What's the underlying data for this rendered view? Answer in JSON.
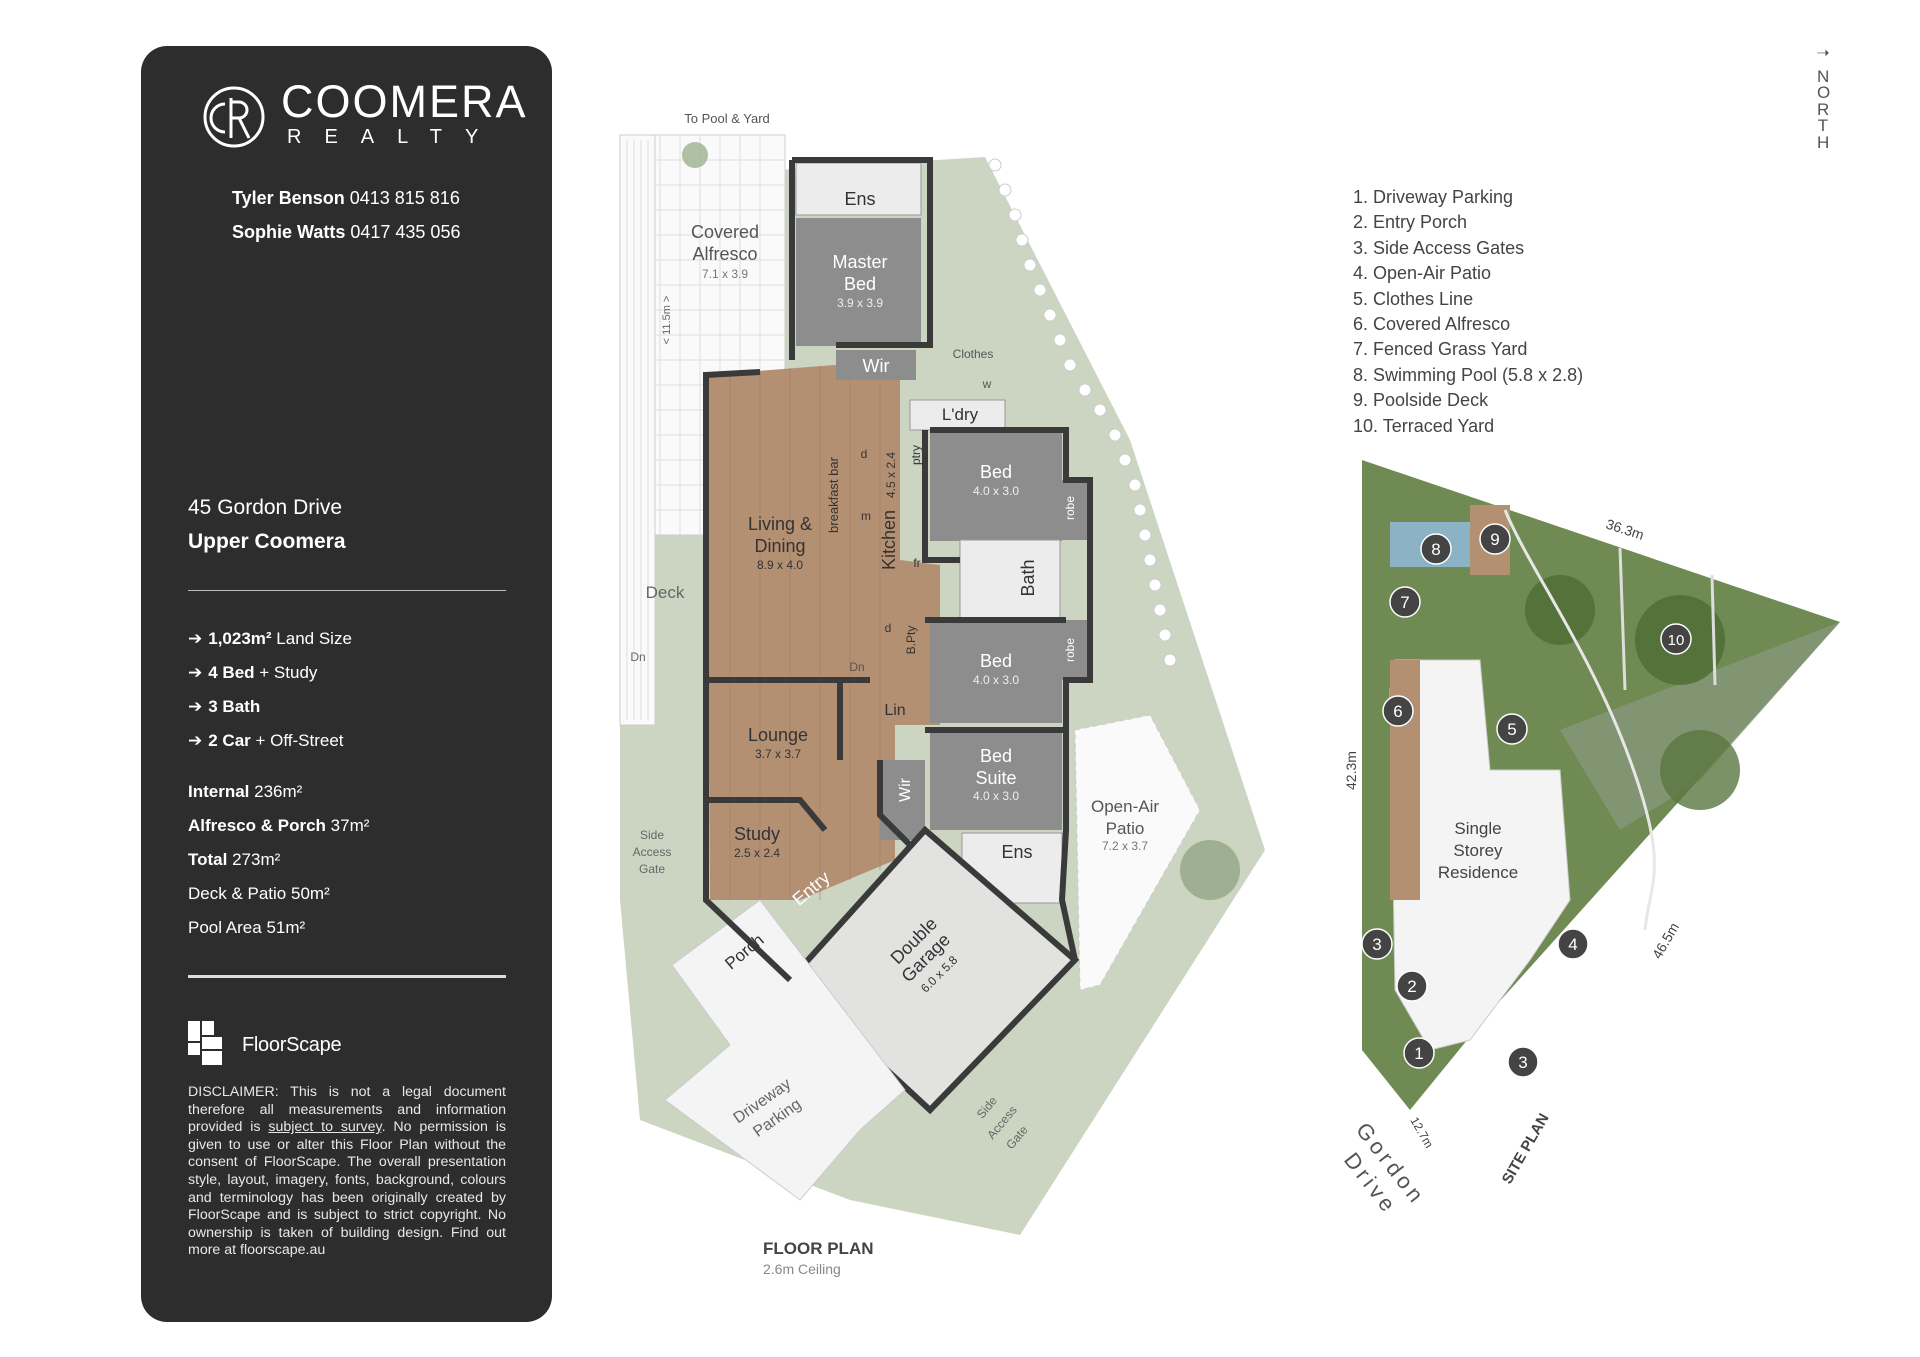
{
  "brand": {
    "name": "COOMERA",
    "sub": "REALTY",
    "monogram": "R"
  },
  "agents": [
    {
      "name": "Tyler Benson",
      "phone": "0413 815 816"
    },
    {
      "name": "Sophie Watts",
      "phone": "0417 435 056"
    }
  ],
  "address": {
    "street": "45 Gordon Drive",
    "suburb": "Upper Coomera"
  },
  "features": [
    {
      "bold": "1,023m²",
      "rest": " Land Size"
    },
    {
      "bold": "4 Bed",
      "rest": " + Study"
    },
    {
      "bold": "3 Bath",
      "rest": ""
    },
    {
      "bold": "2 Car",
      "rest": " + Off-Street"
    }
  ],
  "areas": [
    {
      "label": "Internal",
      "value": "236m²",
      "strong": true
    },
    {
      "label": "Alfresco & Porch",
      "value": "37m²",
      "strong": true
    },
    {
      "label": "Total",
      "value": "273m²",
      "strong": true
    },
    {
      "label": "Deck & Patio",
      "value": "50m²",
      "strong": false
    },
    {
      "label": "Pool Area",
      "value": "51m²",
      "strong": false
    }
  ],
  "floorscape": {
    "name": "FloorScape",
    "disclaimer_a": "DISCLAIMER: This is not a legal document therefore all measurements and information provided is ",
    "disclaimer_link": "subject to survey",
    "disclaimer_b": ". No permission is given to use or alter this Floor Plan without the consent of FloorScape. The overall presentation style, layout, imagery, fonts, background, colours and terminology has been originally created by FloorScape and is subject to strict copyright. No ownership is taken of building design. Find out more at floorscape.au"
  },
  "north": "NORTH",
  "legend": [
    "1. Driveway Parking",
    "2. Entry Porch",
    "3. Side Access Gates",
    "4. Open-Air Patio",
    "5. Clothes Line",
    "6. Covered Alfresco",
    "7. Fenced Grass Yard",
    "8. Swimming Pool (5.8 x 2.8)",
    "9. Poolside Deck",
    "10. Terraced Yard"
  ],
  "floor_plan": {
    "title": "FLOOR PLAN",
    "ceiling": "2.6m Ceiling",
    "to_pool": "To Pool & Yard",
    "deck": "Deck",
    "dn1": "Dn",
    "dn2": "Dn",
    "dim_115": "< 11.5m >",
    "alfresco": {
      "l1": "Covered",
      "l2": "Alfresco",
      "dim": "7.1 x 3.9"
    },
    "ens1": "Ens",
    "master": {
      "l1": "Master",
      "l2": "Bed",
      "dim": "3.9 x 3.9"
    },
    "wir1": "Wir",
    "clothes": "Clothes",
    "w": "w",
    "laundry": "L'dry",
    "living": {
      "l1": "Living &",
      "l2": "Dining",
      "dim": "8.9 x 4.0"
    },
    "breakfast": "breakfast bar",
    "kitchen": "Kitchen",
    "kitchen_dim": "4.5 x 2.4",
    "ptry": "ptry",
    "fr": "fr",
    "d1": "d",
    "m": "m",
    "d2": "d",
    "bpty": "B.Pty",
    "bed1": {
      "l1": "Bed",
      "dim": "4.0 x 3.0"
    },
    "robe1": "robe",
    "bath": "Bath",
    "bed2": {
      "l1": "Bed",
      "dim": "4.0 x 3.0"
    },
    "robe2": "robe",
    "lounge": {
      "l1": "Lounge",
      "dim": "3.7 x 3.7"
    },
    "lin": "Lin",
    "wir2": "Wir",
    "suite": {
      "l1": "Bed",
      "l2": "Suite",
      "dim": "4.0 x 3.0"
    },
    "ens2": "Ens",
    "study": {
      "l1": "Study",
      "dim": "2.5 x 2.4"
    },
    "entry": "Entry",
    "garage": {
      "l1": "Double",
      "l2": "Garage",
      "dim": "6.0 x 5.8"
    },
    "porch": "Porch",
    "patio": {
      "l1": "Open-Air",
      "l2": "Patio",
      "dim": "7.2 x 3.7"
    },
    "side_gate1": {
      "l1": "Side",
      "l2": "Access",
      "l3": "Gate"
    },
    "side_gate2": {
      "l1": "Side",
      "l2": "Access",
      "l3": "Gate"
    },
    "driveway": {
      "l1": "Driveway",
      "l2": "Parking"
    }
  },
  "site_plan": {
    "title": "SITE PLAN",
    "residence": {
      "l1": "Single",
      "l2": "Storey",
      "l3": "Residence"
    },
    "road": {
      "l1": "Gordon",
      "l2": "Drive"
    },
    "dims": {
      "top": "36.3m",
      "left": "42.3m",
      "right": "46.5m",
      "front": "12.7m"
    },
    "markers": [
      "1",
      "2",
      "3",
      "3",
      "4",
      "5",
      "6",
      "7",
      "8",
      "9",
      "10"
    ]
  },
  "colors": {
    "panel": "#2d2d2d",
    "wood": "#b49073",
    "room_grey": "#8d8d8d",
    "wall": "#3a3a3a",
    "grass": "#b9c7ad",
    "site_grass": "#6f8a52"
  }
}
